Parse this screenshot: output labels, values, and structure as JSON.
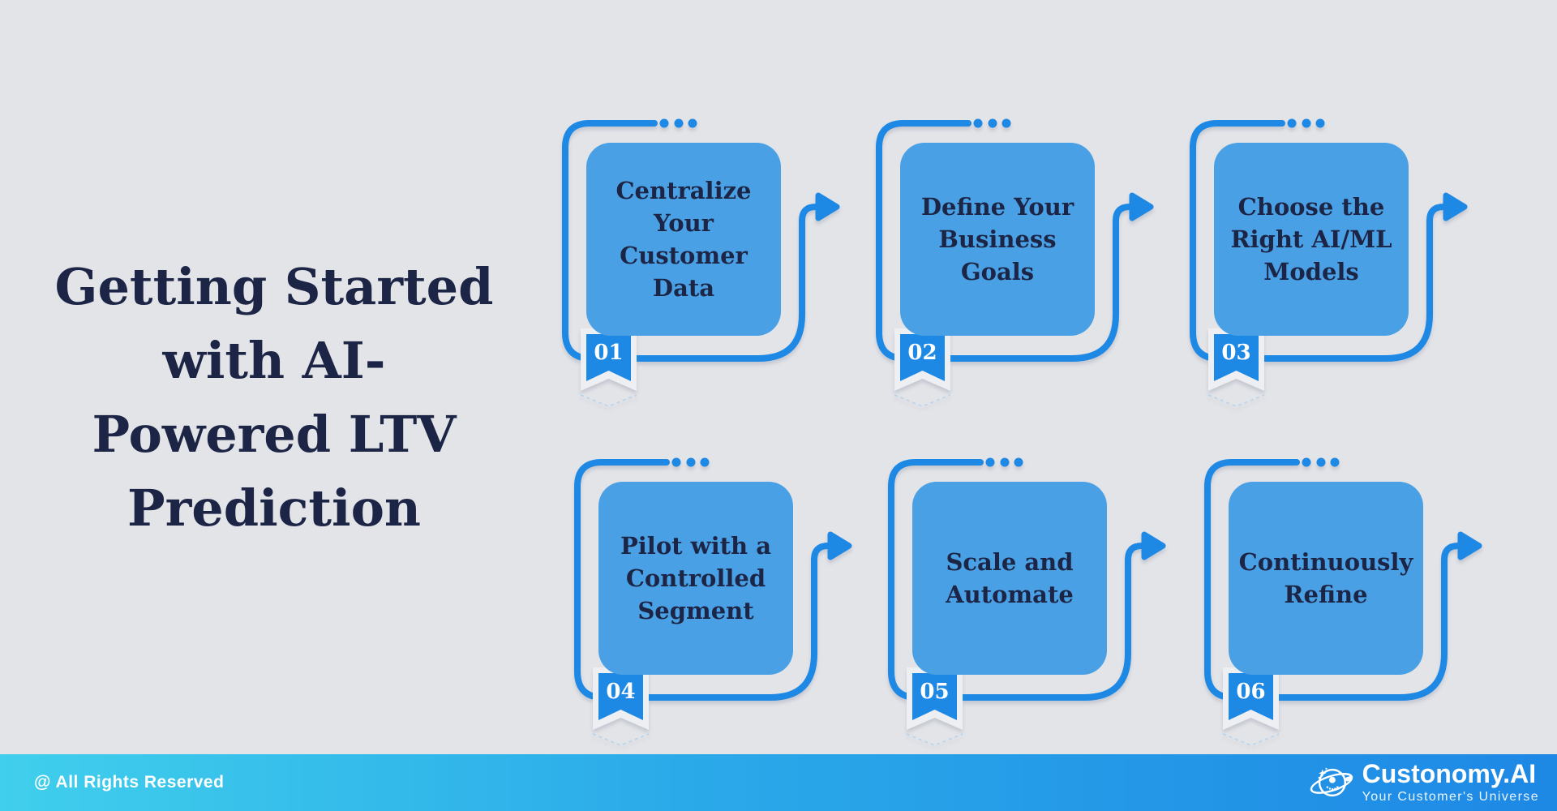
{
  "title_lines": [
    "Getting Started",
    "with AI-",
    "Powered LTV",
    "Prediction"
  ],
  "steps": [
    {
      "number": "01",
      "title": "Centralize Your Customer Data",
      "lines": [
        "Centralize",
        "Your",
        "Customer",
        "Data"
      ]
    },
    {
      "number": "02",
      "title": "Define Your Business Goals",
      "lines": [
        "Define Your",
        "Business Goals"
      ]
    },
    {
      "number": "03",
      "title": "Choose the Right AI/ML Models",
      "lines": [
        "Choose the",
        "Right AI/ML",
        "Models"
      ]
    },
    {
      "number": "04",
      "title": "Pilot with a Controlled Segment",
      "lines": [
        "Pilot with a",
        "Controlled",
        "Segment"
      ]
    },
    {
      "number": "05",
      "title": "Scale and Automate",
      "lines": [
        "Scale and",
        "Automate"
      ]
    },
    {
      "number": "06",
      "title": "Continuously Refine",
      "lines": [
        "Continuously",
        "Refine"
      ]
    }
  ],
  "footer": {
    "rights": "@ All Rights Reserved",
    "brand": "Custonomy.AI",
    "tagline": "Your Customer's Universe"
  },
  "icons": {
    "card_flow": "flow-connector-line",
    "card_dots": "ellipsis-dots-icon",
    "card_arrow": "arrow-right-icon",
    "card_badge": "ribbon-bookmark-icon",
    "logo": "orbit-planet-icon"
  },
  "colors": {
    "background": "#e3e4e8",
    "accent_blue": "#1e88e5",
    "card_fill": "#4aa0e4",
    "text_navy": "#1c2545",
    "footer_gradient_start": "#40cfec",
    "footer_gradient_end": "#1e88e5",
    "ribbon_text": "#ffffff"
  }
}
